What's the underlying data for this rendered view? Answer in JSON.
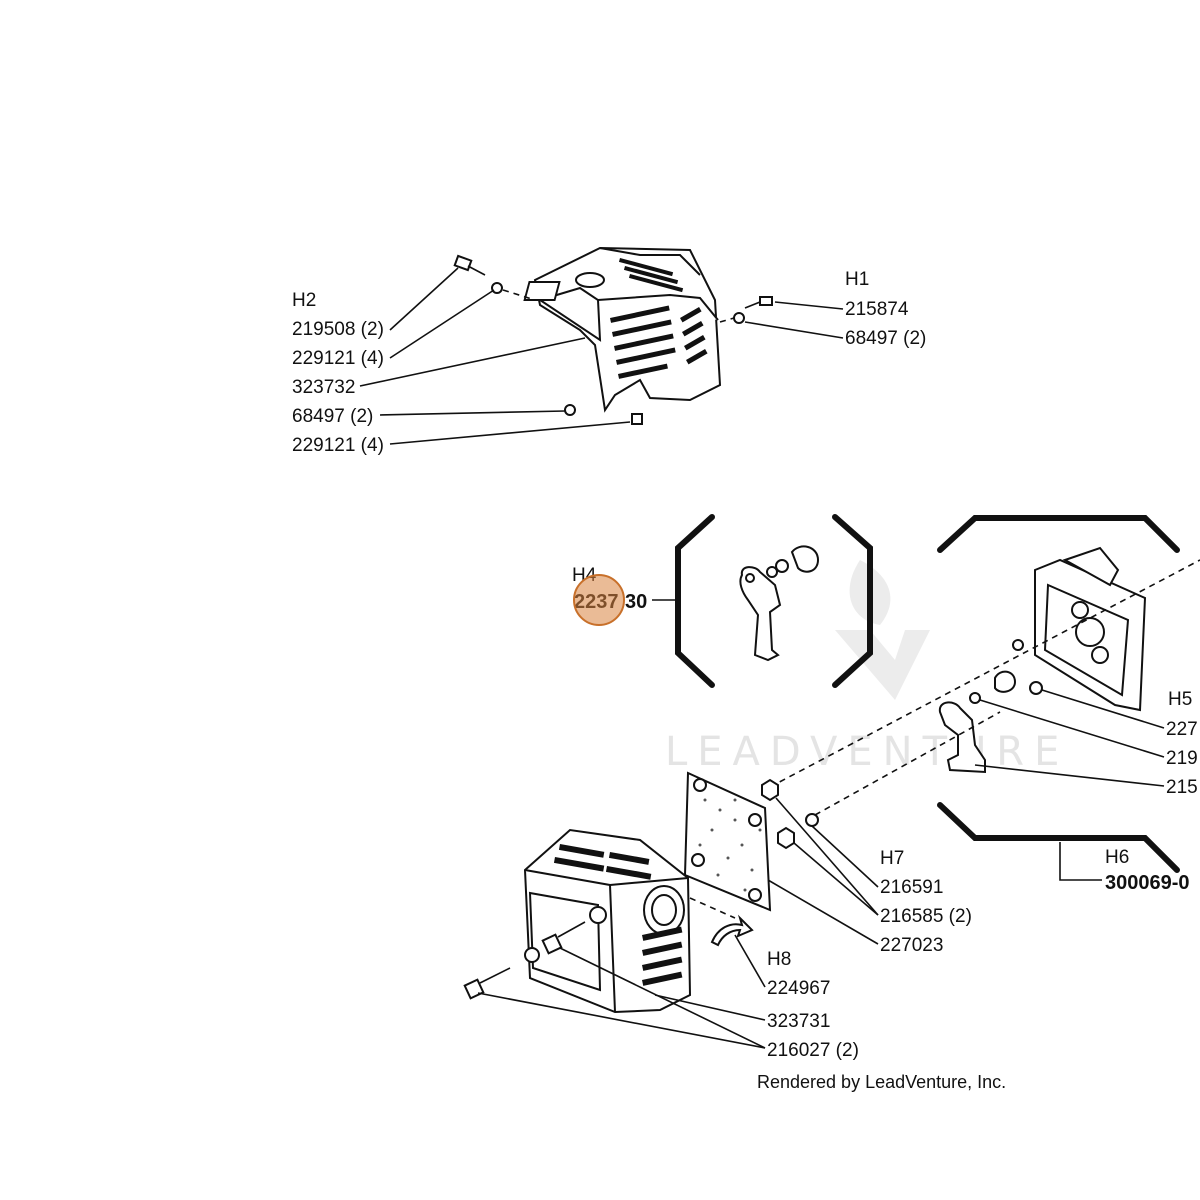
{
  "watermark": "LEADVENTURE",
  "credit": "Rendered by LeadVenture, Inc.",
  "hotspot_color": "#d9843f",
  "groups": {
    "h1": {
      "ref": "H1",
      "parts": [
        "215874",
        "68497 (2)"
      ]
    },
    "h2": {
      "ref": "H2",
      "parts": [
        "219508 (2)",
        "229121 (4)",
        "323732",
        "68497 (2)",
        "229121 (4)"
      ]
    },
    "h4": {
      "ref": "H4",
      "part_hot": "2237",
      "part_rest": "30"
    },
    "h5": {
      "ref": "H5",
      "parts": [
        "227",
        "219",
        "215"
      ]
    },
    "h6": {
      "ref": "H6",
      "part": "300069-0"
    },
    "h7": {
      "ref": "H7",
      "parts": [
        "216591",
        "216585 (2)",
        "227023"
      ]
    },
    "h8": {
      "ref": "H8",
      "parts": [
        "224967",
        "323731",
        "216027 (2)"
      ]
    }
  }
}
